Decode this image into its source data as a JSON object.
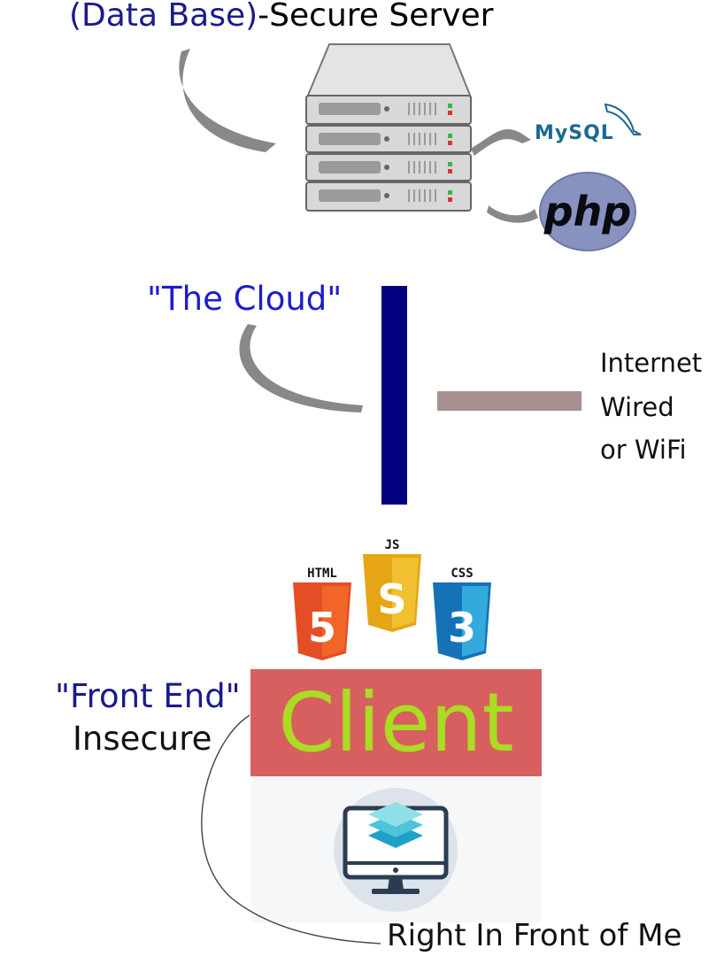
{
  "server": {
    "label_blue": "(Data Base)",
    "label_black": "-Secure Server"
  },
  "mysql": {
    "label": "MySQL"
  },
  "php": {
    "label": "php"
  },
  "cloud": {
    "label": "\"The Cloud\""
  },
  "connection": {
    "line1": "Internet",
    "line2": "Wired",
    "line3": "or WiFi"
  },
  "badges": {
    "html": {
      "caption": "HTML",
      "number": "5",
      "color": "#e44d26"
    },
    "js": {
      "caption": "JS",
      "number": "S",
      "color": "#f0b31e"
    },
    "css": {
      "caption": "CSS",
      "number": "3",
      "color": "#1f7ec2"
    }
  },
  "client": {
    "label": "Client",
    "box_color": "#d75f5f",
    "text_color": "#a9dc22"
  },
  "front_end": {
    "label": "\"Front End\"",
    "note": "Insecure"
  },
  "device": {
    "icon": "monitor-layers-icon"
  },
  "bottom": {
    "label": "Right In Front of Me"
  },
  "colors": {
    "cloud_bar": "#000080",
    "connector": "#a89090",
    "callout": "#888888"
  }
}
